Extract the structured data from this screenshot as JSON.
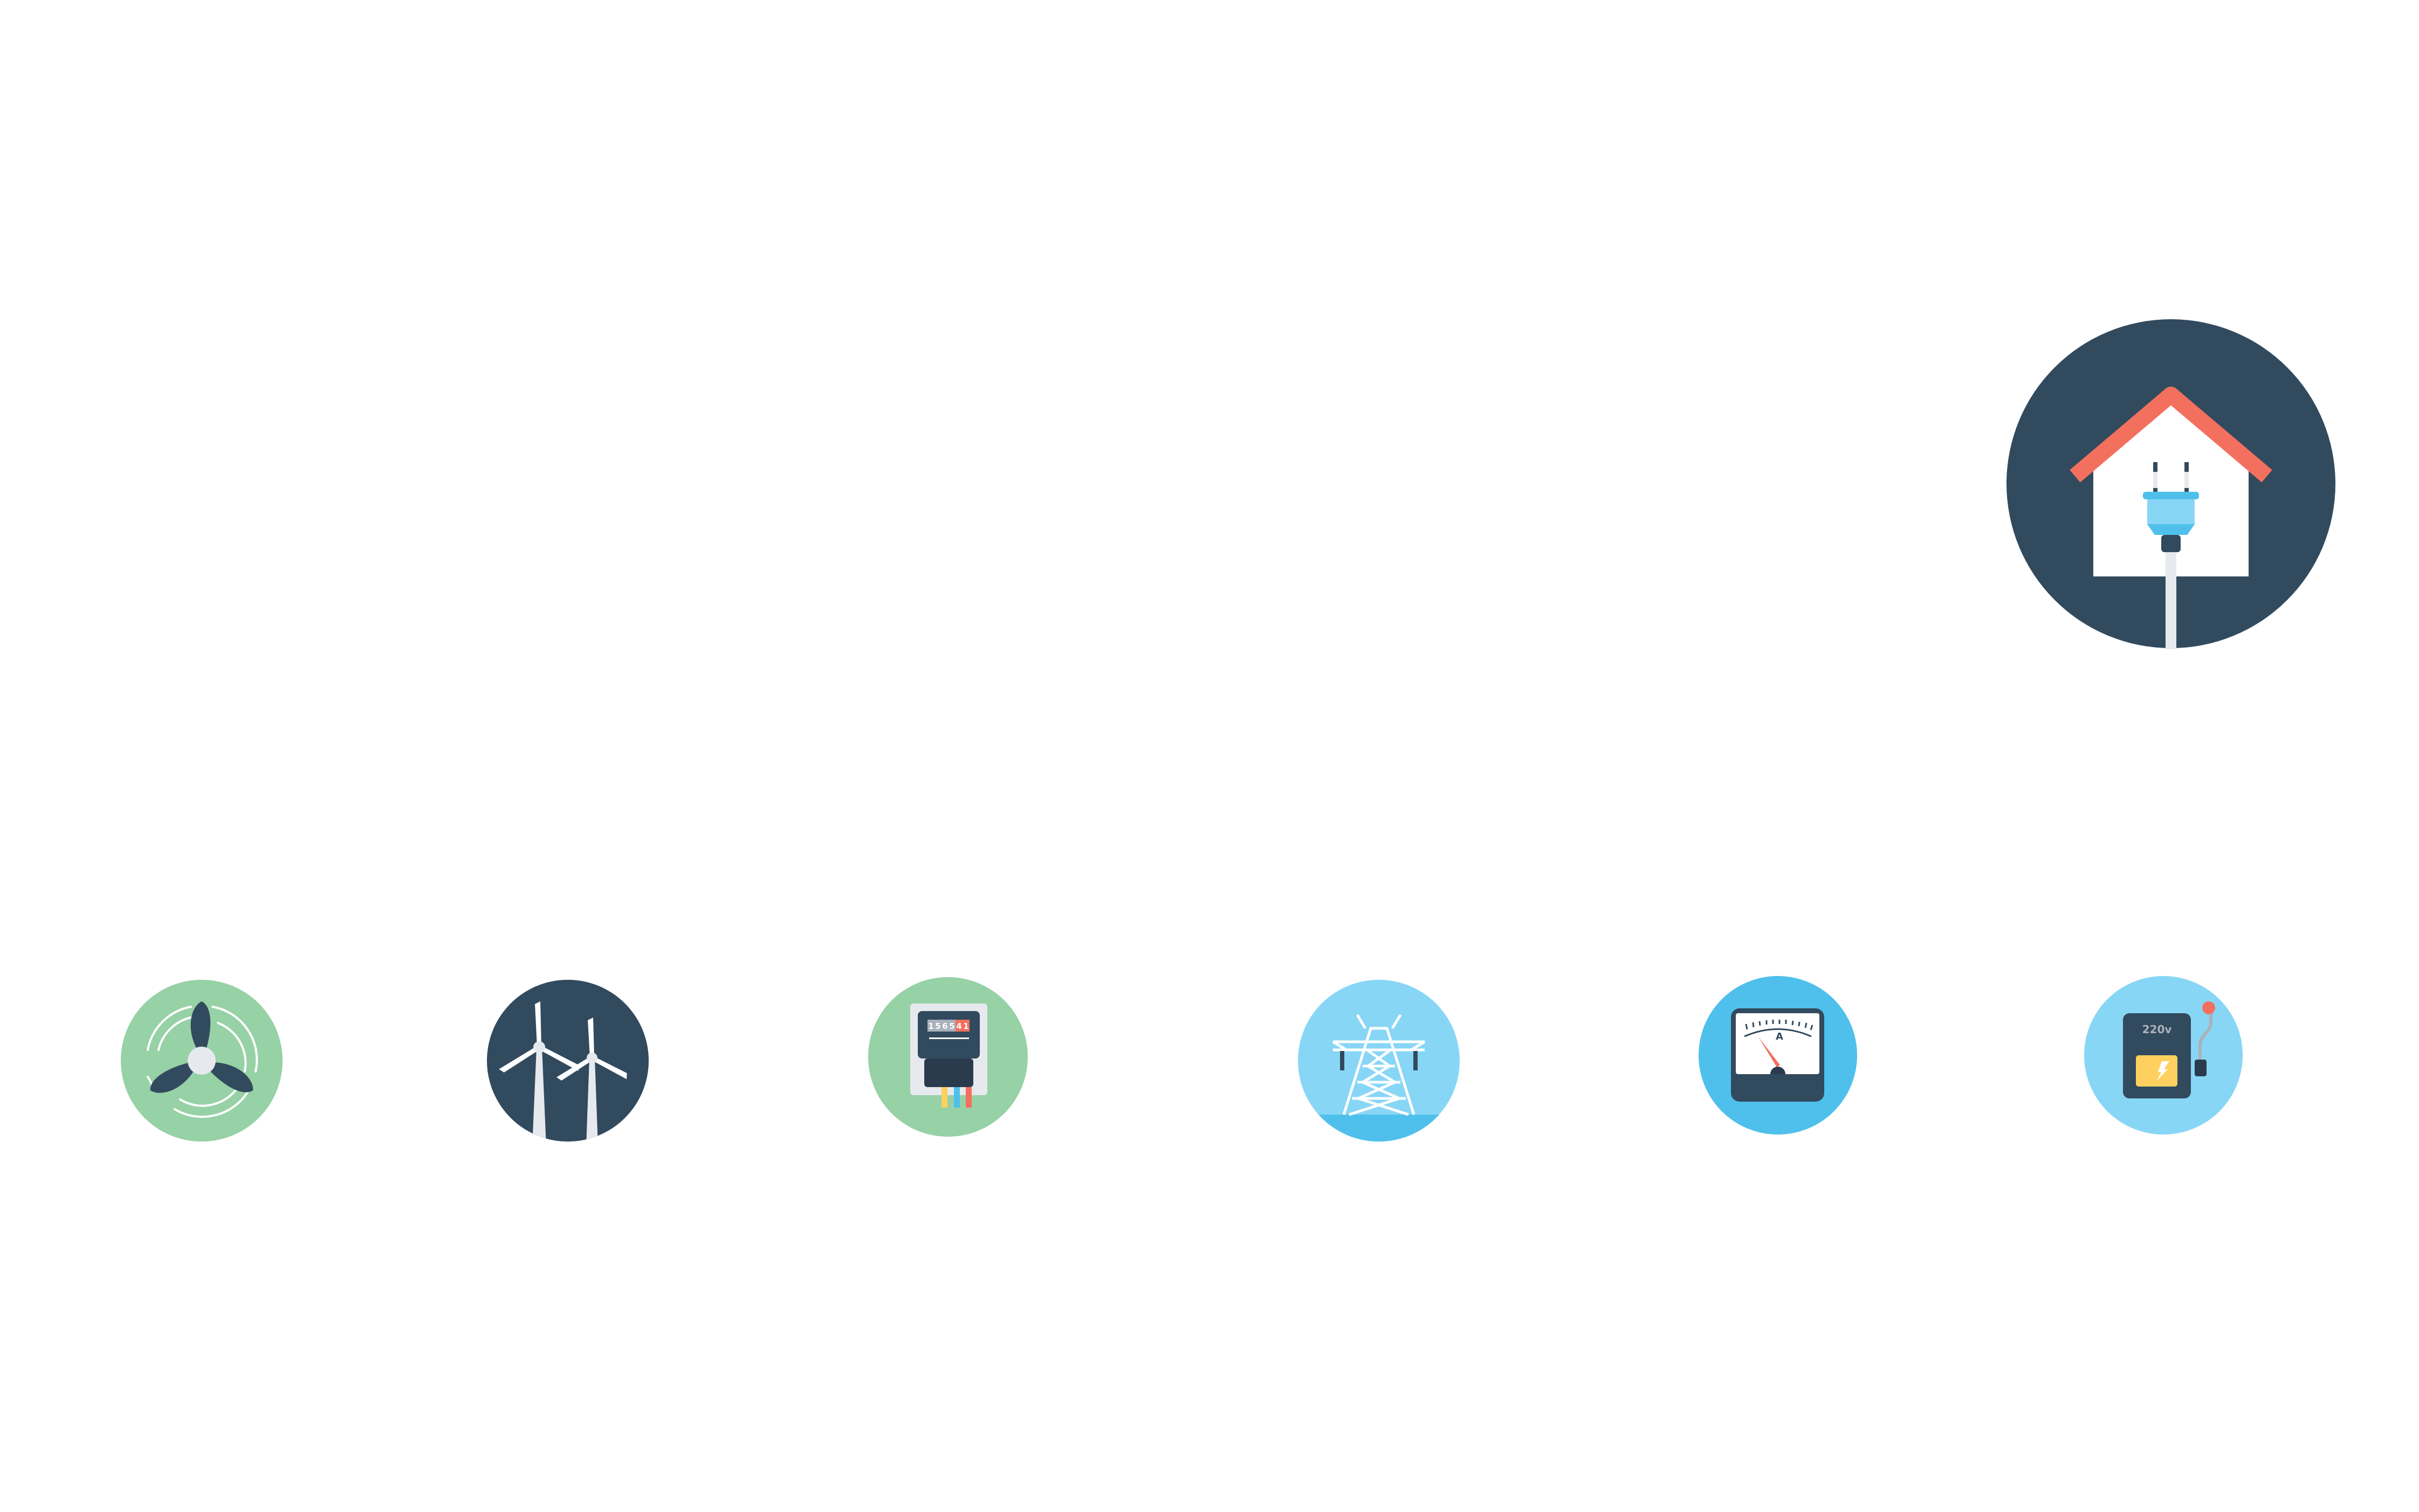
{
  "colors": {
    "dark": "#324a5e",
    "darker": "#2b3b4e",
    "green": "#97d1a6",
    "light_blue": "#88d6f6",
    "blue": "#4fc0eb",
    "coral": "#f3705f",
    "yellow": "#fed05f",
    "grey": "#aab2bc",
    "panel": "#e6e9ee"
  },
  "icons": [
    {
      "name": "house-plug",
      "icon": "house-plug-icon"
    },
    {
      "name": "fan",
      "icon": "fan-icon"
    },
    {
      "name": "wind-turbines",
      "icon": "wind-turbine-icon"
    },
    {
      "name": "electric-meter",
      "icon": "electric-meter-icon",
      "digits": [
        "1",
        "5",
        "6",
        "5",
        "4",
        "1"
      ]
    },
    {
      "name": "power-tower",
      "icon": "transmission-tower-icon"
    },
    {
      "name": "ammeter",
      "icon": "ammeter-icon",
      "unit": "A"
    },
    {
      "name": "voltage-switch",
      "icon": "breaker-switch-icon",
      "voltage": "220v"
    }
  ]
}
